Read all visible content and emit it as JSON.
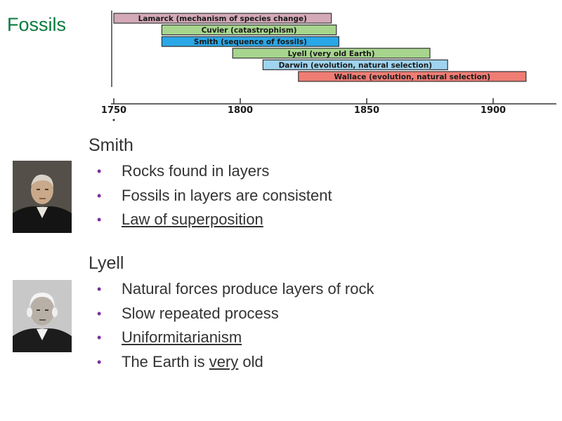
{
  "slide": {
    "title": "Fossils"
  },
  "timeline": {
    "bars": [
      {
        "label": "Lamarck (mechanism of species change)",
        "color": "#d4a9b8",
        "start_year": 1750,
        "end_year": 1836
      },
      {
        "label": "Cuvier (catastrophism)",
        "color": "#a7d58e",
        "start_year": 1769,
        "end_year": 1838
      },
      {
        "label": "Smith (sequence of fossils)",
        "color": "#2aa7e6",
        "start_year": 1769,
        "end_year": 1839
      },
      {
        "label": "Lyell (very old Earth)",
        "color": "#a7d58e",
        "start_year": 1797,
        "end_year": 1875
      },
      {
        "label": "Darwin (evolution, natural selection)",
        "color": "#9fd3ee",
        "start_year": 1809,
        "end_year": 1882
      },
      {
        "label": "Wallace (evolution, natural selection)",
        "color": "#ef7d74",
        "start_year": 1823,
        "end_year": 1913
      }
    ],
    "ticks": [
      "1750",
      "1800",
      "1850",
      "1900"
    ],
    "tick_years": [
      1750,
      1800,
      1850,
      1900
    ]
  },
  "sections": [
    {
      "heading": "Smith",
      "bullets": [
        {
          "text": "Rocks found in layers"
        },
        {
          "text": "Fossils in layers are consistent"
        },
        {
          "text": "Law of superposition",
          "underline": true
        }
      ]
    },
    {
      "heading": "Lyell",
      "bullets": [
        {
          "text": "Natural forces produce layers of rock"
        },
        {
          "text": "Slow repeated process"
        },
        {
          "text": "Uniformitarianism",
          "underline": true
        },
        {
          "pre": "The Earth is ",
          "u": "very",
          "post": " old"
        }
      ]
    }
  ],
  "bullet_glyph": "•"
}
